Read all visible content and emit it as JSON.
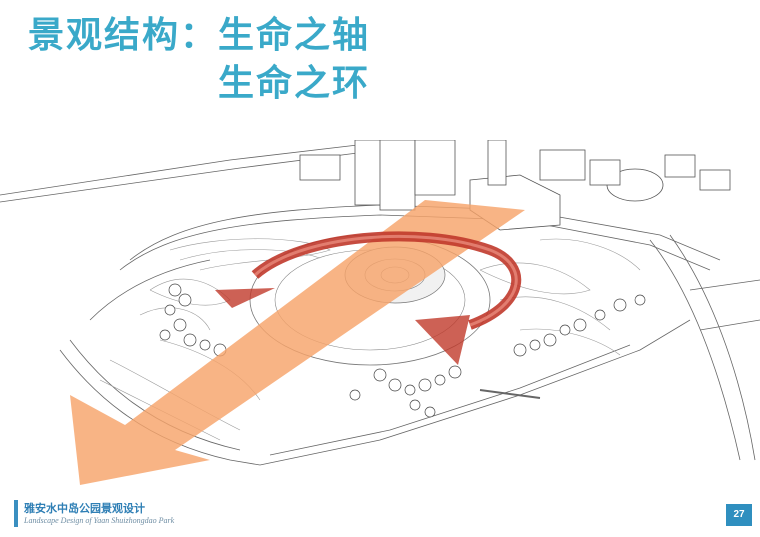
{
  "header": {
    "title_label": "景观结构：",
    "title_line1": "生命之轴",
    "title_line2": "生命之环"
  },
  "footer": {
    "project_cn": "雅安水中岛公园景观设计",
    "project_en": "Landscape Design of Yaan Shuizhongdao Park",
    "page_number": "27"
  },
  "colors": {
    "title": "#3aa9c9",
    "axis_arrow": "#f6a36a",
    "ring_arrow": "#c0392b",
    "footer_accent": "#2f8fbf"
  }
}
